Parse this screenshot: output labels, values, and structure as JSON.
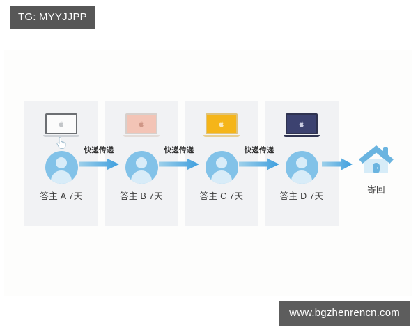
{
  "badge": {
    "text": "TG: MYYJJPP",
    "bg": "#575757",
    "fg": "#ffffff"
  },
  "watermark": {
    "text": "www.bgzhenrencn.com",
    "bg": "#5d5d5d",
    "fg": "#ffffff"
  },
  "diagram": {
    "type": "flow",
    "card_bg": "#f1f2f4",
    "accent": "#3fa0dd",
    "avatar_color": "#82c2e8",
    "stages": [
      {
        "caption": "答主 A 7天",
        "device": "laptop",
        "device_color_name": "silver",
        "screen_color": "#fbfbfb",
        "frame_color": "#6c6f73",
        "base_color": "#cdd1d6",
        "logo_color": "#b9bcc0",
        "has_cursor": true
      },
      {
        "caption": "答主 B 7天",
        "device": "laptop",
        "device_color_name": "rose-gold",
        "screen_color": "#f3c4b6",
        "frame_color": "#d7d0cc",
        "base_color": "#e3dcd8",
        "logo_color": "#c98f7e",
        "has_cursor": false
      },
      {
        "caption": "答主 C 7天",
        "device": "laptop",
        "device_color_name": "gold",
        "screen_color": "#f5b519",
        "frame_color": "#e0c37a",
        "base_color": "#e8cf92",
        "logo_color": "#fdf3d8",
        "has_cursor": false
      },
      {
        "caption": "答主 D 7天",
        "device": "laptop",
        "device_color_name": "space-gray",
        "screen_color": "#3c4270",
        "frame_color": "#2f3350",
        "base_color": "#2f3350",
        "logo_color": "#e3e6f5",
        "has_cursor": false
      }
    ],
    "arrows": [
      {
        "label": "快递传递"
      },
      {
        "label": "快递传递"
      },
      {
        "label": "快递传递"
      },
      {
        "label": ""
      }
    ],
    "destination": {
      "caption": "寄回",
      "icon": "house-icon",
      "roof_color": "#6ab4e0",
      "wall_color": "#d6ecf8",
      "door_color": "#6ab4e0"
    }
  }
}
